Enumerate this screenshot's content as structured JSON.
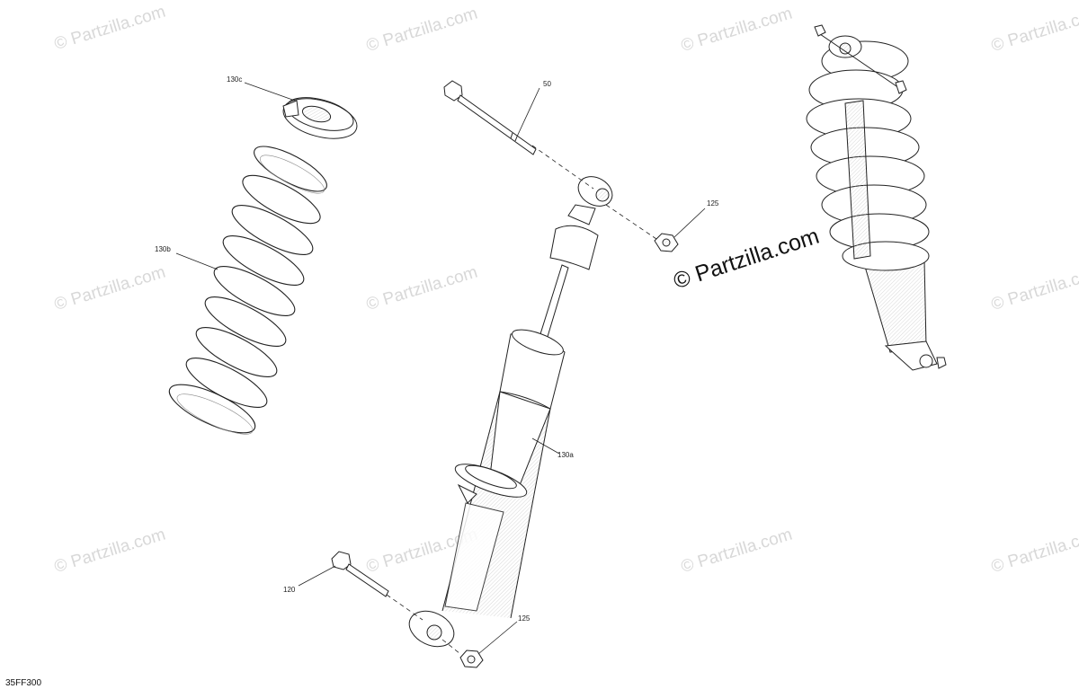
{
  "diagram": {
    "drawing_code": "35FF300",
    "watermark_main": "© Partzilla.com",
    "watermark_faint": "© Partzilla.com",
    "callouts": {
      "c130c": "130c",
      "c130b": "130b",
      "c50": "50",
      "c125_top": "125",
      "c130a": "130a",
      "c120": "120",
      "c125_bottom": "125"
    }
  }
}
